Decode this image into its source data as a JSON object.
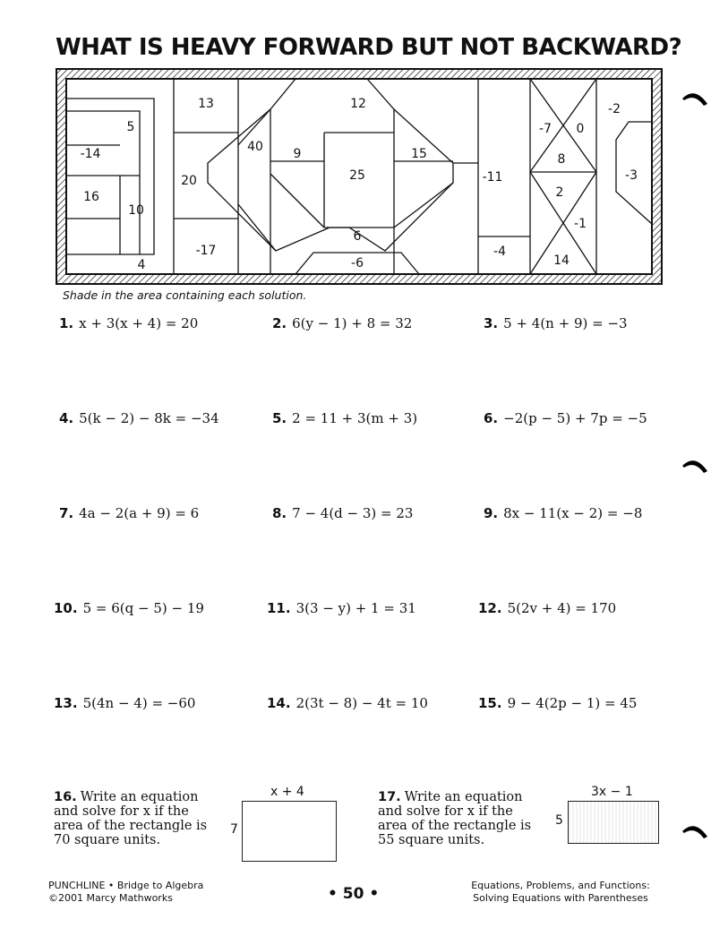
{
  "title": "WHAT IS HEAVY FORWARD BUT NOT BACKWARD?",
  "puzzle_values": [
    "5",
    "-14",
    "16",
    "10",
    "4",
    "13",
    "20",
    "-17",
    "40",
    "9",
    "12",
    "25",
    "15",
    "6",
    "-6",
    "-11",
    "-4",
    "-7",
    "0",
    "8",
    "2",
    "-1",
    "14",
    "-2",
    "-3"
  ],
  "instructions": "Shade in the area containing each solution.",
  "problems": [
    {
      "num": "1.",
      "eq": "x + 3(x + 4) = 20"
    },
    {
      "num": "2.",
      "eq": "6(y − 1) + 8 = 32"
    },
    {
      "num": "3.",
      "eq": "5 + 4(n + 9) = −3"
    },
    {
      "num": "4.",
      "eq": "5(k − 2) − 8k = −34"
    },
    {
      "num": "5.",
      "eq": "2 = 11 + 3(m + 3)"
    },
    {
      "num": "6.",
      "eq": "−2(p − 5) + 7p = −5"
    },
    {
      "num": "7.",
      "eq": "4a − 2(a + 9) = 6"
    },
    {
      "num": "8.",
      "eq": "7 − 4(d − 3) = 23"
    },
    {
      "num": "9.",
      "eq": "8x − 11(x − 2) = −8"
    },
    {
      "num": "10.",
      "eq": "5 = 6(q − 5) − 19"
    },
    {
      "num": "11.",
      "eq": "3(3 − y) + 1 = 31"
    },
    {
      "num": "12.",
      "eq": "5(2v + 4) = 170"
    },
    {
      "num": "13.",
      "eq": "5(4n − 4) = −60"
    },
    {
      "num": "14.",
      "eq": "2(3t − 8) − 4t = 10"
    },
    {
      "num": "15.",
      "eq": "9 − 4(2p − 1) = 45"
    }
  ],
  "word_problems": [
    {
      "num": "16.",
      "text": "Write an equation and solve for x if the area of the rectangle is 70 square units.",
      "top_label": "x + 4",
      "side_label": "7"
    },
    {
      "num": "17.",
      "text": "Write an equation and solve for x if the area of the rectangle is 55 square units.",
      "top_label": "3x − 1",
      "side_label": "5"
    }
  ],
  "footer": {
    "left_line1": "PUNCHLINE • Bridge to Algebra",
    "left_line2": "©2001 Marcy Mathworks",
    "page": "• 50 •",
    "right_line1": "Equations, Problems, and Functions:",
    "right_line2": "Solving Equations with Parentheses"
  }
}
